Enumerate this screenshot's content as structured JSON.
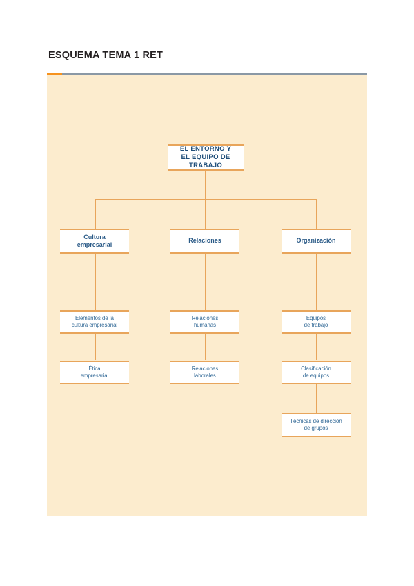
{
  "page": {
    "title": "ESQUEMA TEMA 1 RET"
  },
  "colors": {
    "panel_background": "#fcecce",
    "connector": "#e8a55b",
    "box_border": "#e8a55b",
    "box_background": "#ffffff",
    "text_blue": "#2a5a87",
    "title_text": "#231f20",
    "rule_accent": "#f6921e",
    "rule_line": "#8a98a5"
  },
  "chart_data": {
    "type": "diagram",
    "title": "ESQUEMA TEMA 1 RET",
    "layout": "top-down organizational tree, 3 levels, 3 branches",
    "root": {
      "id": "root",
      "label": "EL ENTORNO Y\nEL EQUIPO DE TRABAJO"
    },
    "branches": [
      {
        "id": "branch-cultura",
        "level2": {
          "id": "cultura-empresarial",
          "label": "Cultura\nempresarial"
        },
        "level3": [
          {
            "id": "elementos-cultura-empresarial",
            "label": "Elementos de la\ncultura empresarial"
          },
          {
            "id": "etica-empresarial",
            "label": "Ética\nempresarial"
          }
        ]
      },
      {
        "id": "branch-relaciones",
        "level2": {
          "id": "relaciones",
          "label": "Relaciones"
        },
        "level3": [
          {
            "id": "relaciones-humanas",
            "label": "Relaciones\nhumanas"
          },
          {
            "id": "relaciones-laborales",
            "label": "Relaciones\nlaborales"
          }
        ]
      },
      {
        "id": "branch-organizacion",
        "level2": {
          "id": "organizacion",
          "label": "Organización"
        },
        "level3": [
          {
            "id": "equipos-de-trabajo",
            "label": "Equipos\nde trabajo"
          },
          {
            "id": "clasificacion-de-equipos",
            "label": "Clasificación\nde equipos"
          },
          {
            "id": "tecnicas-de-direccion-de-grupos",
            "label": "Técnicas de dirección\nde grupos"
          }
        ]
      }
    ]
  }
}
